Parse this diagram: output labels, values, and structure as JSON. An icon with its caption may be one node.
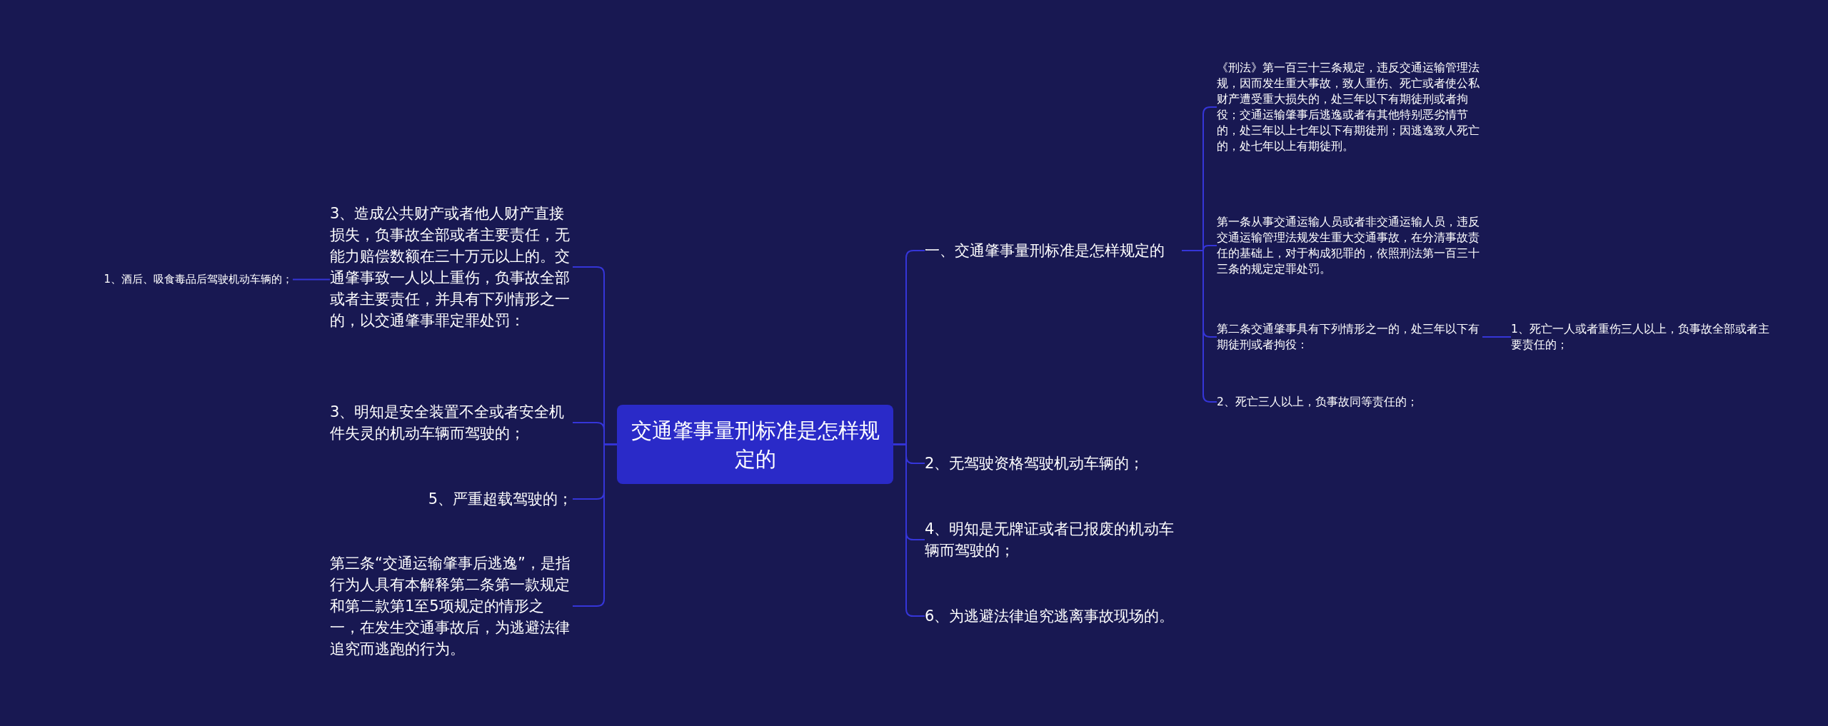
{
  "diagram": {
    "nodes": [
      {
        "text": [
          "交通肇事量刑标准是怎样规定的"
        ]
      },
      {
        "text": [
          "3、造成公共财产或者他人财产直接损失，负事故全部或者主要责任，无能力赔偿数额在三十万元以上的。交通肇事致一人以上重伤，负事故全部或者主要责任，并具有下列情形之一的，以交通肇事罪定罪处罚："
        ]
      },
      {
        "text": [
          "1、酒后、吸食毒品后驾驶机动车辆的；"
        ]
      },
      {
        "text": [
          "3、明知是安全装置不全或者安全机件失灵的机动车辆而驾驶的；"
        ]
      },
      {
        "text": [
          "5、严重超载驾驶的；"
        ]
      },
      {
        "text": [
          "第三条“交通运输肇事后逃逸”，是指行为人具有本解释第二条第一款规定和第二款第1至5项规定的情形之一，在发生交通事故后，为逃避法律追究而逃跑的行为。"
        ]
      },
      {
        "text": [
          "一、交通肇事量刑标准是怎样规定的"
        ]
      },
      {
        "text": [
          "《刑法》第一百三十三条规定，违反交通运输管理法规，因而发生重大事故，致人重伤、死亡或者使公私财产遭受重大损失的，处三年以下有期徒刑或者拘役；交通运输肇事后逃逸或者有其他特别恶劣情节的，处三年以上七年以下有期徒刑；因逃逸致人死亡的，处七年以上有期徒刑。"
        ]
      },
      {
        "text": [
          "第一条从事交通运输人员或者非交通运输人员，违反交通运输管理法规发生重大交通事故，在分清事故责任的基础上，对于构成犯罪的，依照刑法第一百三十三条的规定定罪处罚。"
        ]
      },
      {
        "text": [
          "第二条交通肇事具有下列情形之一的，处三年以下有期徒刑或者拘役："
        ]
      },
      {
        "text": [
          "1、死亡一人或者重伤三人以上，负事故全部或者主要责任的；"
        ]
      },
      {
        "text": [
          "2、死亡三人以上，负事故同等责任的；"
        ]
      },
      {
        "text": [
          "2、无驾驶资格驾驶机动车辆的；"
        ]
      },
      {
        "text": [
          "4、明知是无牌证或者已报废的机动车辆而驾驶的；"
        ]
      },
      {
        "text": [
          "6、为逃避法律追究逃离事故现场的。"
        ]
      }
    ],
    "edges": [
      {
        "from": 0,
        "to": 1,
        "arrow": "none"
      },
      {
        "from": 1,
        "to": 2,
        "arrow": "none"
      },
      {
        "from": 0,
        "to": 3,
        "arrow": "none"
      },
      {
        "from": 0,
        "to": 4,
        "arrow": "none"
      },
      {
        "from": 0,
        "to": 5,
        "arrow": "none"
      },
      {
        "from": 0,
        "to": 6,
        "arrow": "none"
      },
      {
        "from": 6,
        "to": 7,
        "arrow": "none"
      },
      {
        "from": 6,
        "to": 8,
        "arrow": "none"
      },
      {
        "from": 6,
        "to": 9,
        "arrow": "none"
      },
      {
        "from": 9,
        "to": 10,
        "arrow": "none"
      },
      {
        "from": 6,
        "to": 11,
        "arrow": "none"
      },
      {
        "from": 0,
        "to": 12,
        "arrow": "none"
      },
      {
        "from": 0,
        "to": 13,
        "arrow": "none"
      },
      {
        "from": 0,
        "to": 14,
        "arrow": "none"
      }
    ]
  }
}
